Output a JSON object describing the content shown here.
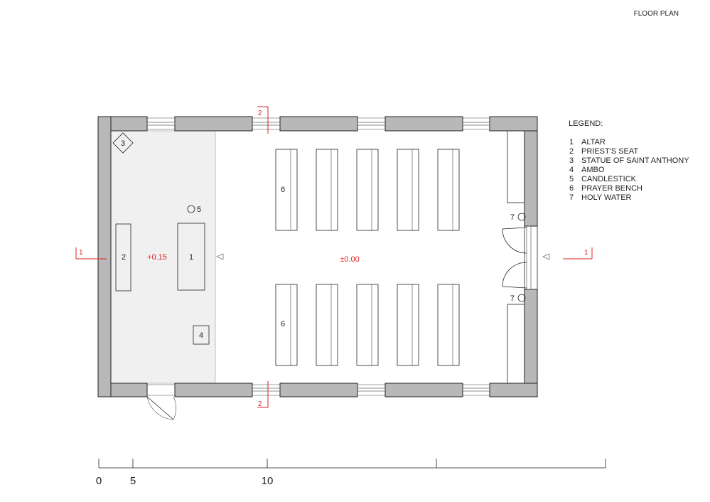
{
  "title": "FLOOR PLAN",
  "legend": {
    "heading": "LEGEND:",
    "items": [
      {
        "num": "1",
        "label": "ALTAR"
      },
      {
        "num": "2",
        "label": "PRIEST'S SEAT"
      },
      {
        "num": "3",
        "label": "STATUE OF SAINT ANTHONY"
      },
      {
        "num": "4",
        "label": "AMBO"
      },
      {
        "num": "5",
        "label": "CANDLESTICK"
      },
      {
        "num": "6",
        "label": "PRAYER BENCH"
      },
      {
        "num": "7",
        "label": "HOLY WATER"
      }
    ]
  },
  "levels": {
    "sanctuary": "+0.15",
    "nave": "±0.00"
  },
  "section_marks": {
    "horizontal": "1",
    "vertical": "2"
  },
  "tags": {
    "altar": "1",
    "priests_seat": "2",
    "statue": "3",
    "ambo": "4",
    "candlestick": "5",
    "bench_top": "6",
    "bench_bottom": "6",
    "holy_water_top": "7",
    "holy_water_bottom": "7"
  },
  "scale": {
    "labels": [
      "0",
      "5",
      "10"
    ]
  },
  "colors": {
    "accent": "#e02020",
    "wall": "#b8b8b8",
    "sanctuary": "#f0f0f0",
    "line": "#222222"
  }
}
